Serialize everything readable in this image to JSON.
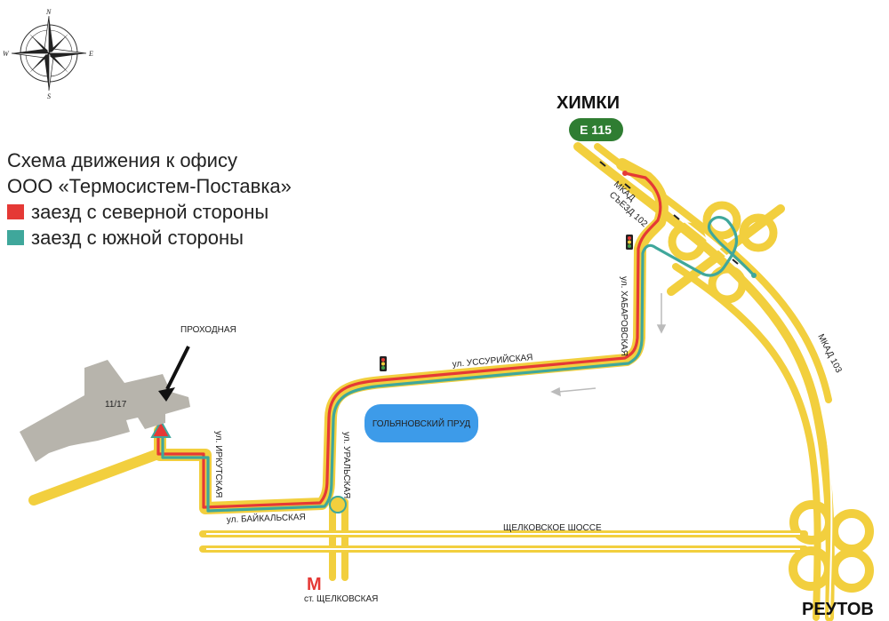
{
  "legend": {
    "title_line1": "Схема движения к офису",
    "title_line2": "ООО «Термосистем-Поставка»",
    "items": [
      {
        "label": "заезд с северной стороны",
        "color": "#e53935"
      },
      {
        "label": "заезд с южной стороны",
        "color": "#3fa79b"
      }
    ]
  },
  "compass": {
    "n": "N",
    "s": "S",
    "w": "W",
    "e": "E"
  },
  "cities": {
    "north": "ХИМКИ",
    "east": "РЕУТОВ"
  },
  "highway_badge": "E 115",
  "roads": {
    "mkad_exit": [
      "МКАД",
      "СЪЕЗД 102"
    ],
    "khabarovskaya": "ул. ХАБАРОВСКАЯ",
    "ussuriyskaya": "ул. УССУРИЙСКАЯ",
    "uralskaya": "ул. УРАЛЬСКАЯ",
    "irkutskaya": "ул. ИРКУТСКАЯ",
    "baykalskaya": "ул. БАЙКАЛЬСКАЯ",
    "shchelkovskoe": "ЩЕЛКОВСКОЕ ШОССЕ",
    "mkad_103": "МКАД 103"
  },
  "pond": "ГОЛЬЯНОВСКИЙ ПРУД",
  "building_number": "11/17",
  "checkpoint": "ПРОХОДНАЯ",
  "metro": {
    "letter": "М",
    "station": "ст. ЩЕЛКОВСКАЯ"
  },
  "colors": {
    "road": "#f2cf3e",
    "north_route": "#e53935",
    "south_route": "#3fa79b",
    "pond": "#3d9be9",
    "building": "#b7b4ac",
    "badge": "#2f7d32"
  }
}
